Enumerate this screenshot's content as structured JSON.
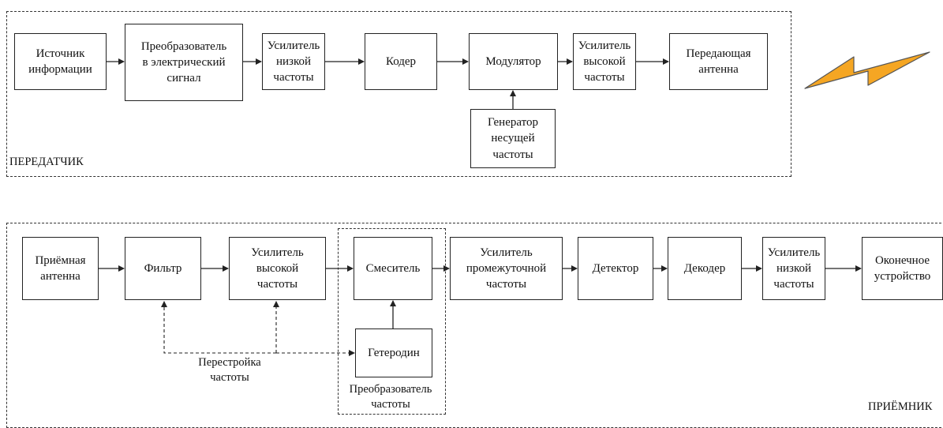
{
  "transmitter": {
    "label": "ПЕРЕДАТЧИК",
    "blocks": {
      "source": "Источник\nинформации",
      "converter": "Преобразователь\nв электрический\nсигнал",
      "lf_amp": "Усилитель\nнизкой\nчастоты",
      "coder": "Кодер",
      "modulator": "Модулятор",
      "hf_amp": "Усилитель\nвысокой\nчастоты",
      "antenna": "Передающая\nантенна",
      "carrier_gen": "Генератор\nнесущей\nчастоты"
    }
  },
  "receiver": {
    "label": "ПРИЁМНИК",
    "blocks": {
      "antenna": "Приёмная\nантенна",
      "filter": "Фильтр",
      "hf_amp": "Усилитель\nвысокой\nчастоты",
      "mixer": "Смеситель",
      "if_amp": "Усилитель\nпромежуточной\nчастоты",
      "detector": "Детектор",
      "decoder": "Декодер",
      "lf_amp": "Усилитель\nнизкой\nчастоты",
      "terminal": "Оконечное\nустройство",
      "local_osc": "Гетеродин"
    },
    "tuning_label": "Перестройка\nчастоты",
    "freq_converter_label": "Преобразователь\nчастоты"
  },
  "colors": {
    "line": "#222222",
    "lightning_fill": "#f5a623",
    "lightning_stroke": "#555555"
  }
}
